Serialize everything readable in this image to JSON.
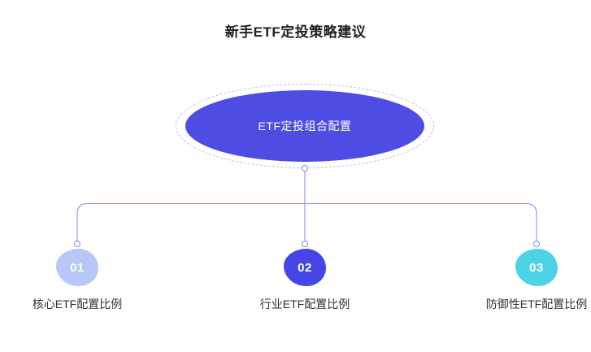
{
  "title": "新手ETF定投策略建议",
  "root": {
    "label": "ETF定投组合配置",
    "fill": "#4D4DE3",
    "ring_color": "#B9BCF2"
  },
  "connector_color": "#8089E8",
  "nodes": [
    {
      "number": "01",
      "label": "核心ETF配置比例",
      "color": "#B6C7F8"
    },
    {
      "number": "02",
      "label": "行业ETF配置比例",
      "color": "#4646E6"
    },
    {
      "number": "03",
      "label": "防御性ETF配置比例",
      "color": "#4CD3E6"
    }
  ]
}
